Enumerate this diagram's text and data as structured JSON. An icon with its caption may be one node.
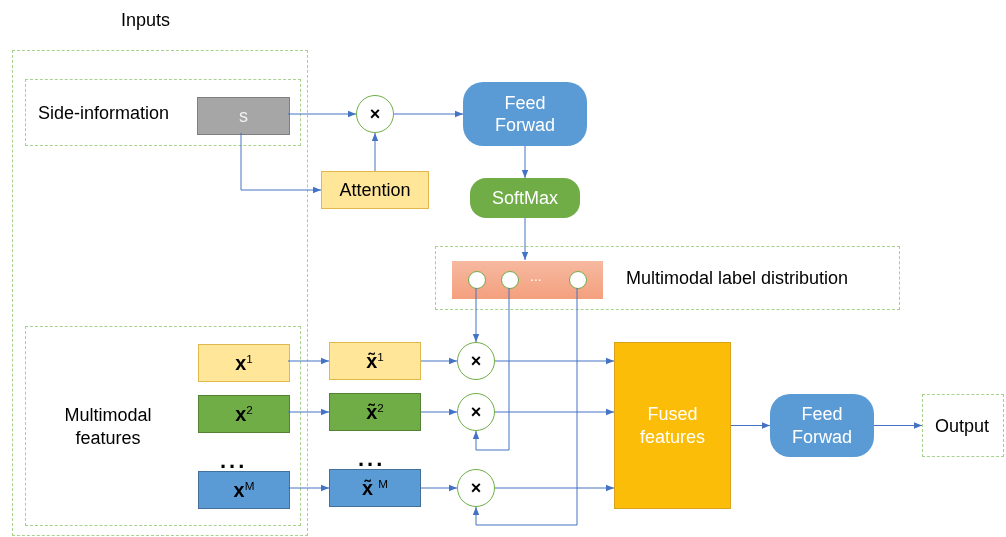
{
  "diagram": {
    "nodes": [
      {
        "text": [
          "Inputs"
        ]
      },
      {
        "text": [
          "Side-information"
        ],
        "in": 0
      },
      {
        "text": [
          "s"
        ],
        "in": 1
      },
      {
        "text": [
          "×"
        ]
      },
      {
        "text": [
          "Feed Forwad"
        ]
      },
      {
        "text": [
          "Attention"
        ]
      },
      {
        "text": [
          "SoftMax"
        ]
      },
      {
        "text": [
          "Multimodal label distribution"
        ]
      },
      {
        "text": [
          "..."
        ],
        "in": 7
      },
      {
        "text": [],
        "shape": "circle",
        "in": 8
      },
      {
        "text": [],
        "shape": "circle",
        "in": 8
      },
      {
        "text": [],
        "shape": "circle",
        "in": 8
      },
      {
        "text": [
          "Multimodal features"
        ],
        "in": 0
      },
      {
        "text": [
          "**x**$^{1}$"
        ],
        "in": 12
      },
      {
        "text": [
          "**x**$^{2}$"
        ],
        "in": 12
      },
      {
        "text": [
          "**x**$^{M}$"
        ],
        "in": 12
      },
      {
        "text": [
          "**x̃**$^{1}$"
        ]
      },
      {
        "text": [
          "**x̃**$^{2}$"
        ]
      },
      {
        "text": [
          "**x̃** $^{M}$"
        ]
      },
      {
        "text": [
          "×"
        ]
      },
      {
        "text": [
          "×"
        ]
      },
      {
        "text": [
          "×"
        ]
      },
      {
        "text": [
          "Fused features"
        ]
      },
      {
        "text": [
          "Feed Forwad"
        ]
      },
      {
        "text": [
          "Output"
        ]
      }
    ],
    "edges": [
      {
        "from": 2,
        "to": 3,
        "arrow": "to"
      },
      {
        "from": 2,
        "to": 5,
        "arrow": "to"
      },
      {
        "from": 5,
        "to": 3,
        "arrow": "to"
      },
      {
        "from": 3,
        "to": 4,
        "arrow": "to"
      },
      {
        "from": 4,
        "to": 6,
        "arrow": "to"
      },
      {
        "from": 6,
        "to": 8,
        "arrow": "to"
      },
      {
        "from": 9,
        "to": 19,
        "arrow": "to"
      },
      {
        "from": 10,
        "to": 20,
        "arrow": "to"
      },
      {
        "from": 11,
        "to": 21,
        "arrow": "to"
      },
      {
        "from": 13,
        "to": 16,
        "arrow": "to"
      },
      {
        "from": 14,
        "to": 17,
        "arrow": "to"
      },
      {
        "from": 15,
        "to": 18,
        "arrow": "to"
      },
      {
        "from": 16,
        "to": 19,
        "arrow": "to"
      },
      {
        "from": 17,
        "to": 20,
        "arrow": "to"
      },
      {
        "from": 18,
        "to": 21,
        "arrow": "to"
      },
      {
        "from": 19,
        "to": 22,
        "arrow": "to"
      },
      {
        "from": 20,
        "to": 22,
        "arrow": "to"
      },
      {
        "from": 21,
        "to": 22,
        "arrow": "to"
      },
      {
        "from": 22,
        "to": 23,
        "arrow": "to"
      },
      {
        "from": 23,
        "to": 24,
        "arrow": "to"
      }
    ],
    "labels": [
      "...",
      "..."
    ]
  }
}
